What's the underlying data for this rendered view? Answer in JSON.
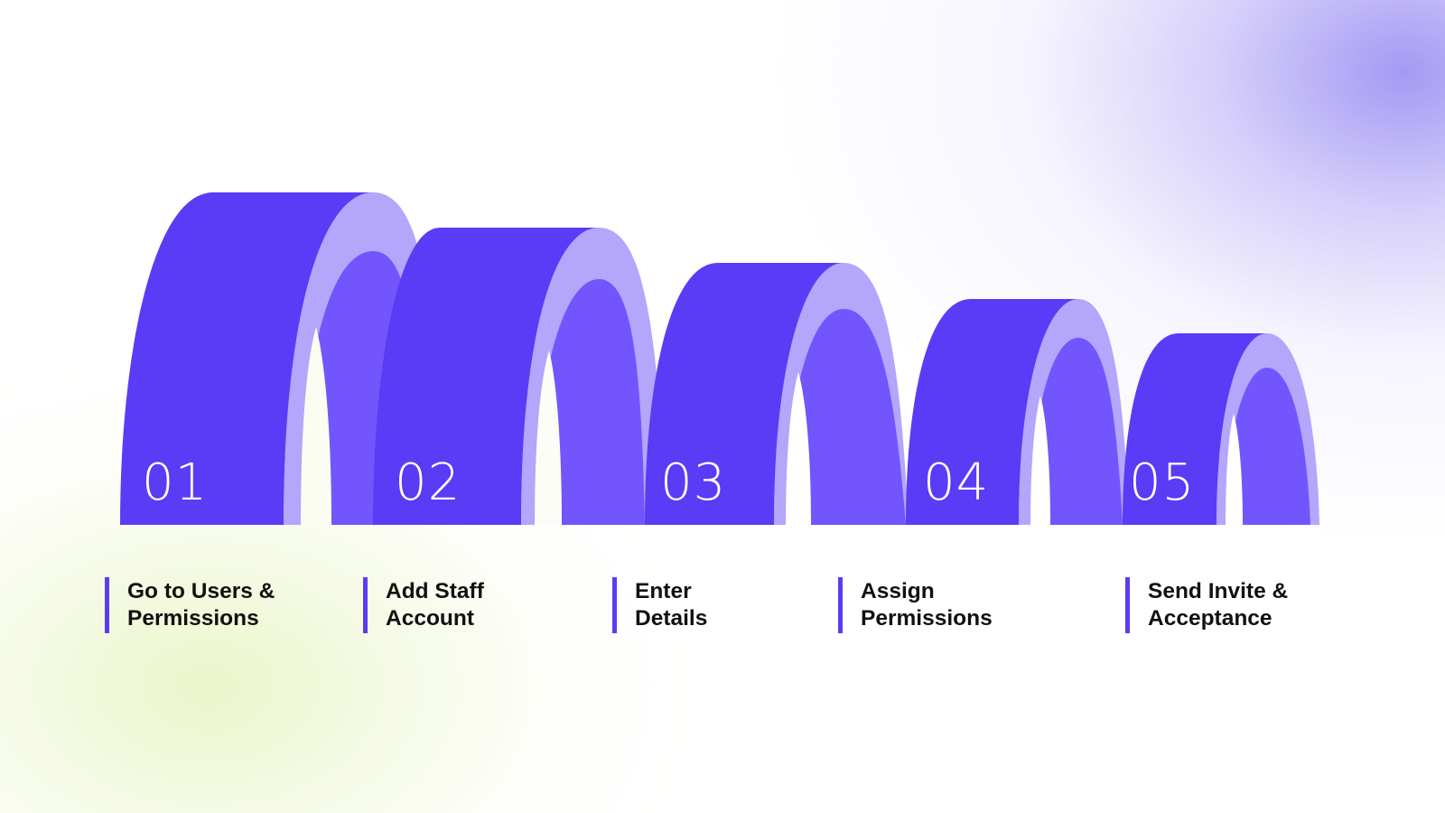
{
  "colors": {
    "front_face": "#5a3bf6",
    "rim": "#b3a6fb",
    "inner_face": "#7355fd",
    "label_bar": "#5b3cf2",
    "label_text": "#111111",
    "number_text": "#ffffff",
    "glow_top_right": "#ab9ff5",
    "glow_bottom_left": "#eaf5c8"
  },
  "steps": [
    {
      "number": "01",
      "label_line1": "Go to Users &",
      "label_line2": "Permissions"
    },
    {
      "number": "02",
      "label_line1": "Add Staff",
      "label_line2": "Account"
    },
    {
      "number": "03",
      "label_line1": "Enter",
      "label_line2": "Details"
    },
    {
      "number": "04",
      "label_line1": "Assign",
      "label_line2": "Permissions"
    },
    {
      "number": "05",
      "label_line1": "Send Invite &",
      "label_line2": "Acceptance"
    }
  ]
}
